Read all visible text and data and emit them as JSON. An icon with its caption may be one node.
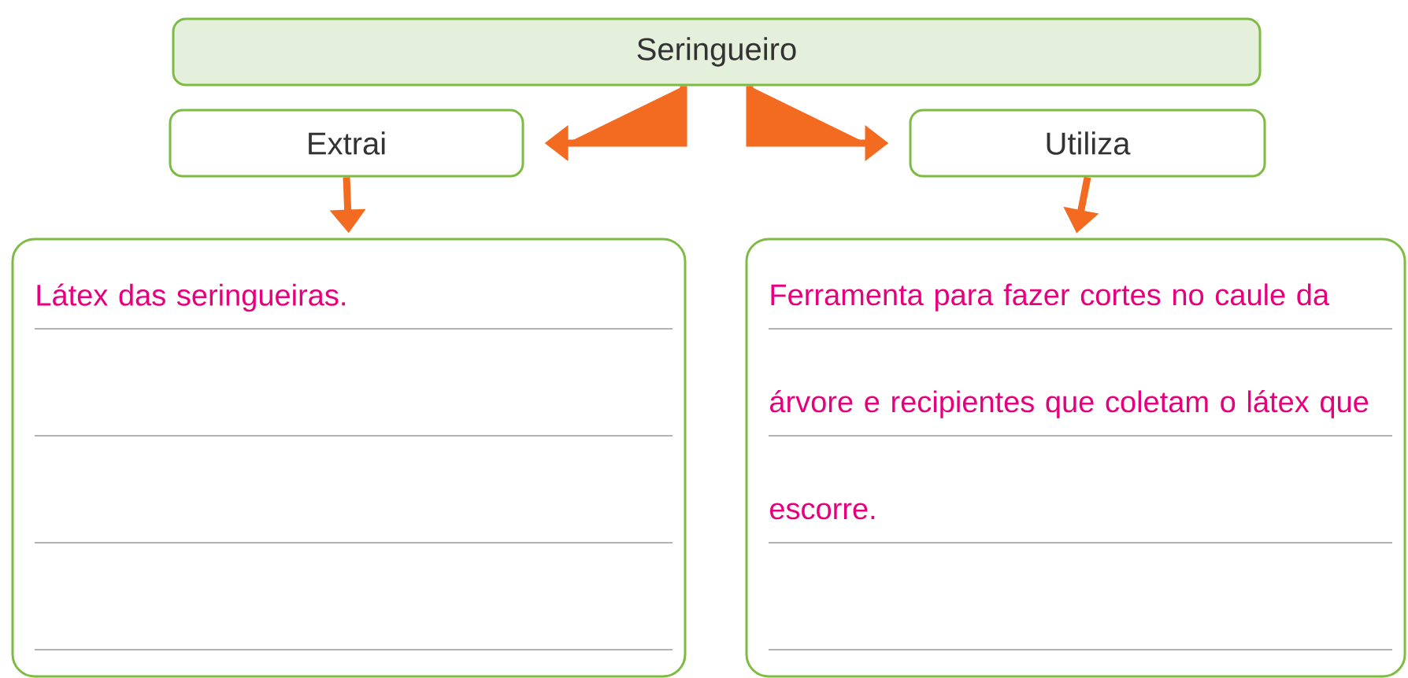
{
  "diagram": {
    "nodes": [
      {
        "text": [
          "Seringueiro"
        ]
      },
      {
        "text": [
          "Extrai"
        ]
      },
      {
        "text": [
          "Utiliza"
        ]
      },
      {
        "text": [
          "Látex das seringueiras."
        ]
      },
      {
        "text": [
          "Ferramenta para fazer cortes no caule da árvore e recipientes que coletam o látex que escorre."
        ]
      }
    ],
    "edges": [
      {
        "from": 0,
        "to": 1,
        "arrow": "to"
      },
      {
        "from": 0,
        "to": 2,
        "arrow": "to"
      },
      {
        "from": 1,
        "to": 3,
        "arrow": "to"
      },
      {
        "from": 2,
        "to": 4,
        "arrow": "to"
      }
    ]
  }
}
